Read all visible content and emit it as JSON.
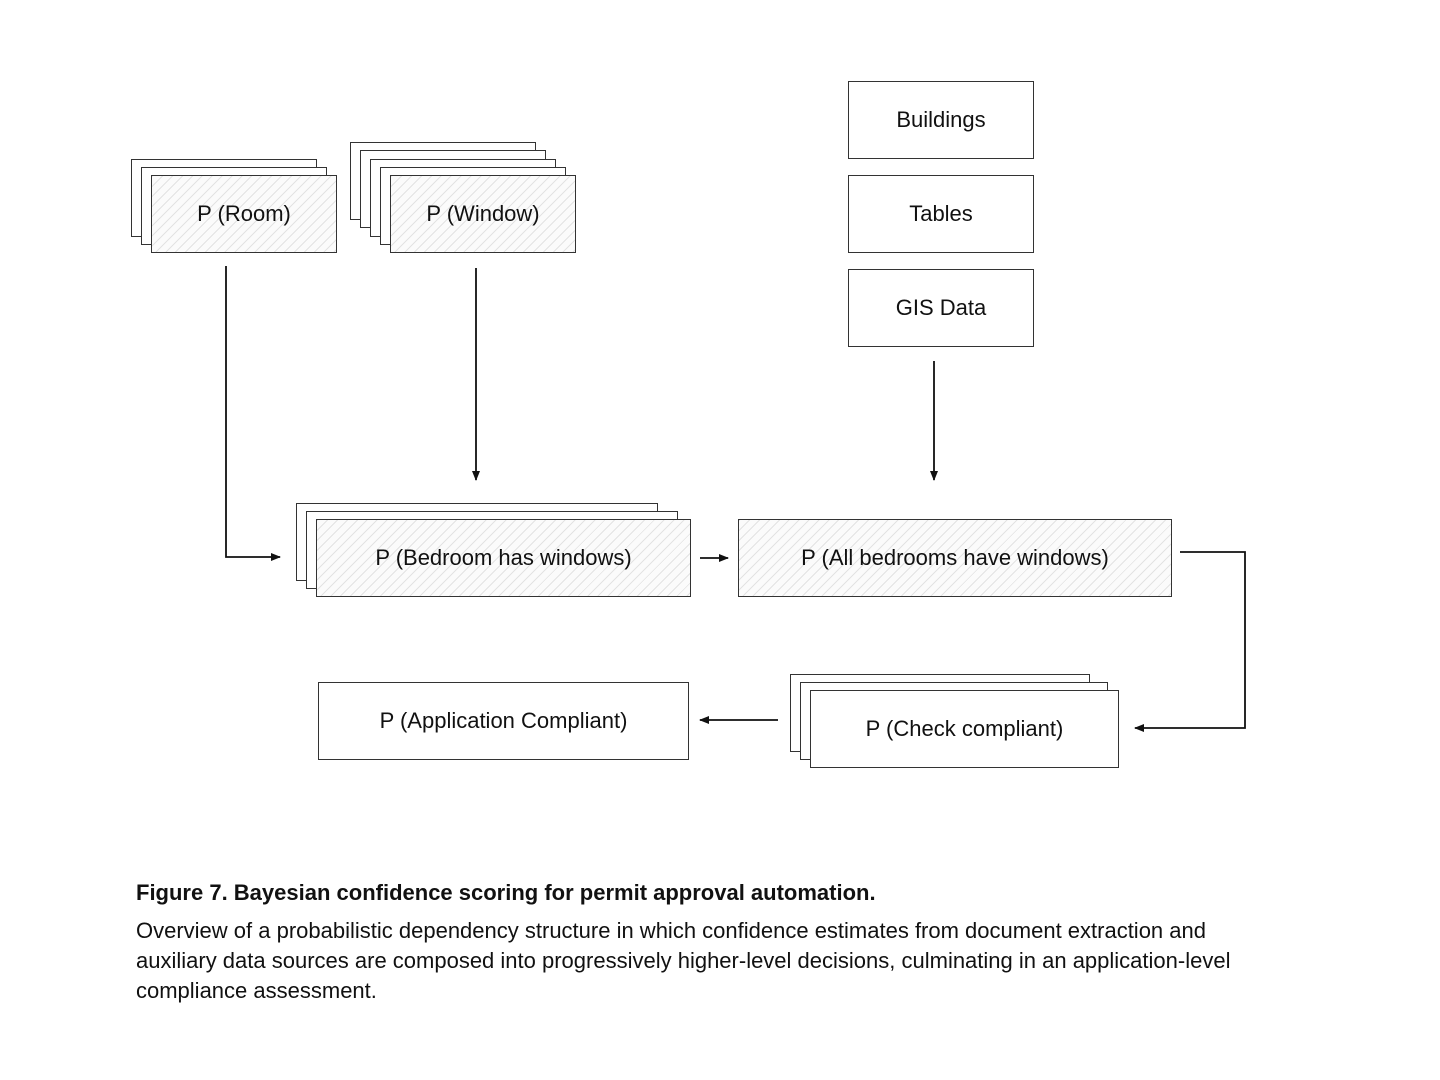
{
  "diagram": {
    "nodes": {
      "room": "P (Room)",
      "window": "P (Window)",
      "buildings": "Buildings",
      "tables": "Tables",
      "gis": "GIS Data",
      "bedroom": "P (Bedroom has windows)",
      "all_bedrooms": "P (All bedrooms have windows)",
      "check": "P (Check compliant)",
      "application": "P (Application Compliant)"
    },
    "edges": [
      {
        "from": "room",
        "to": "bedroom"
      },
      {
        "from": "window",
        "to": "bedroom"
      },
      {
        "from": "gis",
        "to": "all_bedrooms"
      },
      {
        "from": "bedroom",
        "to": "all_bedrooms"
      },
      {
        "from": "all_bedrooms",
        "to": "check"
      },
      {
        "from": "check",
        "to": "application"
      }
    ]
  },
  "caption": {
    "title": "Figure 7. Bayesian confidence scoring for permit approval automation.",
    "body": "Overview of a probabilistic dependency structure in which confidence estimates from document extraction and auxiliary data sources are composed into progressively higher-level decisions, culminating in an application-level compliance assessment."
  }
}
